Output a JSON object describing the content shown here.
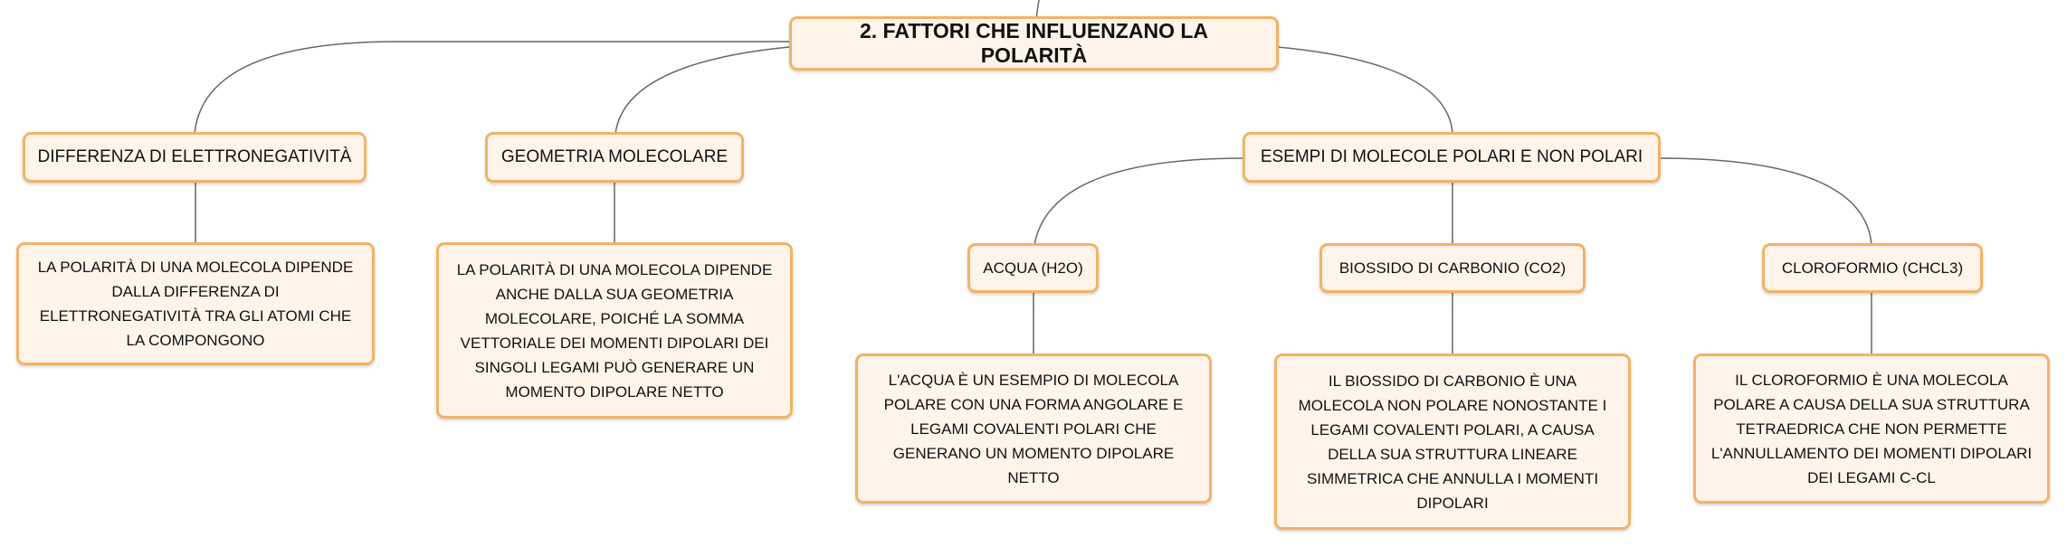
{
  "root": {
    "label": "2. FATTORI CHE INFLUENZANO LA POLARITÀ"
  },
  "branches": [
    {
      "label": "DIFFERENZA DI ELETTRONEGATIVITÀ",
      "text": "LA POLARITÀ DI UNA MOLECOLA DIPENDE DALLA DIFFERENZA DI ELETTRONEGATIVITÀ TRA GLI ATOMI CHE LA COMPONGONO"
    },
    {
      "label": "GEOMETRIA MOLECOLARE",
      "text": "LA POLARITÀ DI UNA MOLECOLA DIPENDE ANCHE DALLA SUA GEOMETRIA MOLECOLARE, POICHÉ LA SOMMA VETTORIALE DEI MOMENTI DIPOLARI DEI SINGOLI LEGAMI PUÒ GENERARE UN MOMENTO DIPOLARE NETTO"
    },
    {
      "label": "ESEMPI DI MOLECOLE POLARI E NON POLARI",
      "children": [
        {
          "label": "ACQUA (H2O)",
          "text": "L'ACQUA È UN ESEMPIO DI MOLECOLA POLARE CON UNA FORMA ANGOLARE E LEGAMI COVALENTI POLARI CHE GENERANO UN MOMENTO DIPOLARE NETTO"
        },
        {
          "label": "BIOSSIDO DI CARBONIO (CO2)",
          "text": "IL BIOSSIDO DI CARBONIO È UNA MOLECOLA NON POLARE NONOSTANTE I LEGAMI COVALENTI POLARI, A CAUSA DELLA SUA STRUTTURA LINEARE SIMMETRICA CHE ANNULLA I MOMENTI DIPOLARI"
        },
        {
          "label": "CLOROFORMIO (CHCL3)",
          "text": "IL CLOROFORMIO È UNA MOLECOLA POLARE A CAUSA DELLA SUA STRUTTURA TETRAEDRICA CHE NON PERMETTE L'ANNULLAMENTO DEI MOMENTI DIPOLARI DEI LEGAMI C-CL"
        }
      ]
    }
  ]
}
